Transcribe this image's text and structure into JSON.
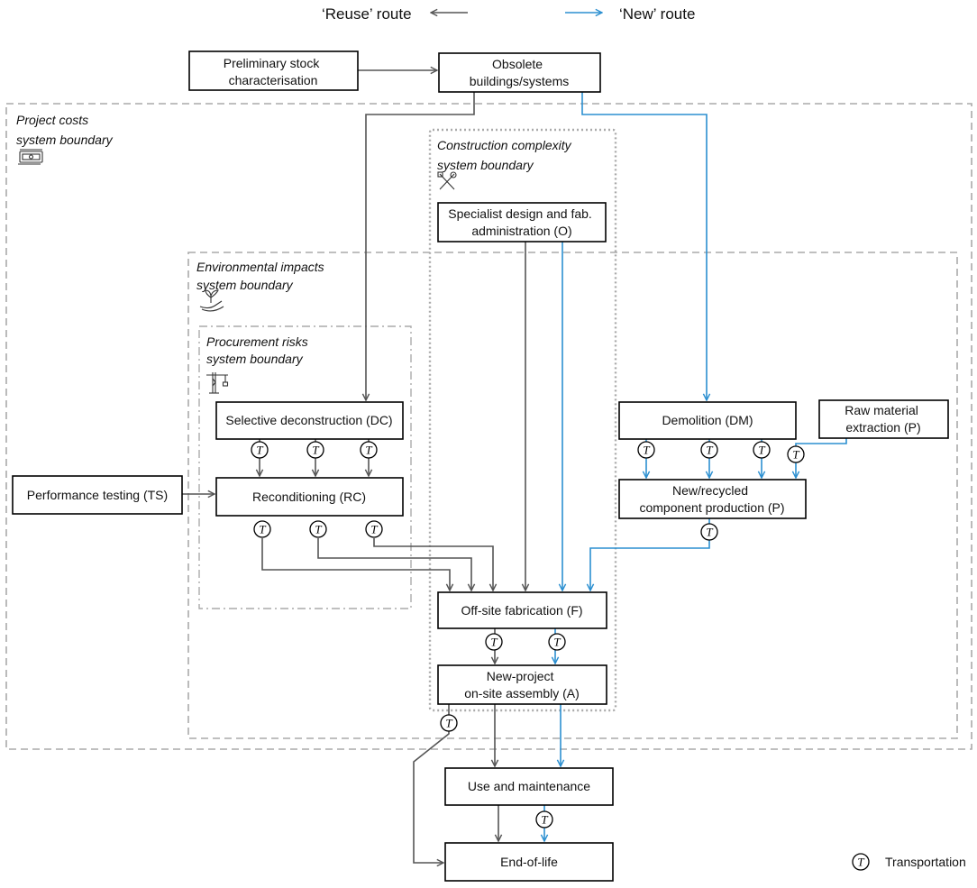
{
  "legend": {
    "reuse_route": "‘Reuse’ route",
    "new_route": "‘New’ route",
    "transportation": "Transportation",
    "transport_symbol": "T"
  },
  "boundaries": {
    "project_costs": [
      "Project costs",
      "system boundary"
    ],
    "construction_complexity": [
      "Construction complexity",
      "system boundary"
    ],
    "environmental_impacts": [
      "Environmental impacts",
      "system boundary"
    ],
    "procurement_risks": [
      "Procurement risks",
      "system boundary"
    ]
  },
  "nodes": {
    "preliminary_stock": [
      "Preliminary stock",
      "characterisation"
    ],
    "obsolete_buildings": [
      "Obsolete",
      "buildings/systems"
    ],
    "specialist_design": [
      "Specialist design and fab.",
      "administration (O)"
    ],
    "selective_deconstruction": [
      "Selective deconstruction (DC)"
    ],
    "demolition": [
      "Demolition (DM)"
    ],
    "raw_material": [
      "Raw material",
      "extraction (P)"
    ],
    "performance_testing": [
      "Performance testing (TS)"
    ],
    "reconditioning": [
      "Reconditioning (RC)"
    ],
    "component_production": [
      "New/recycled",
      "component production (P)"
    ],
    "offsite_fabrication": [
      "Off-site fabrication (F)"
    ],
    "onsite_assembly": [
      "New-project",
      "on-site assembly (A)"
    ],
    "use_maintenance": [
      "Use and maintenance"
    ],
    "end_of_life": [
      "End-of-life"
    ]
  },
  "colors": {
    "reuse_route": "#555555",
    "new_route": "#2b8fd0",
    "boundary": "#aaaaaa"
  },
  "icons": {
    "project_costs": "money-icon",
    "construction_complexity": "tools-icon",
    "environmental_impacts": "plant-hand-icon",
    "procurement_risks": "crane-icon"
  }
}
